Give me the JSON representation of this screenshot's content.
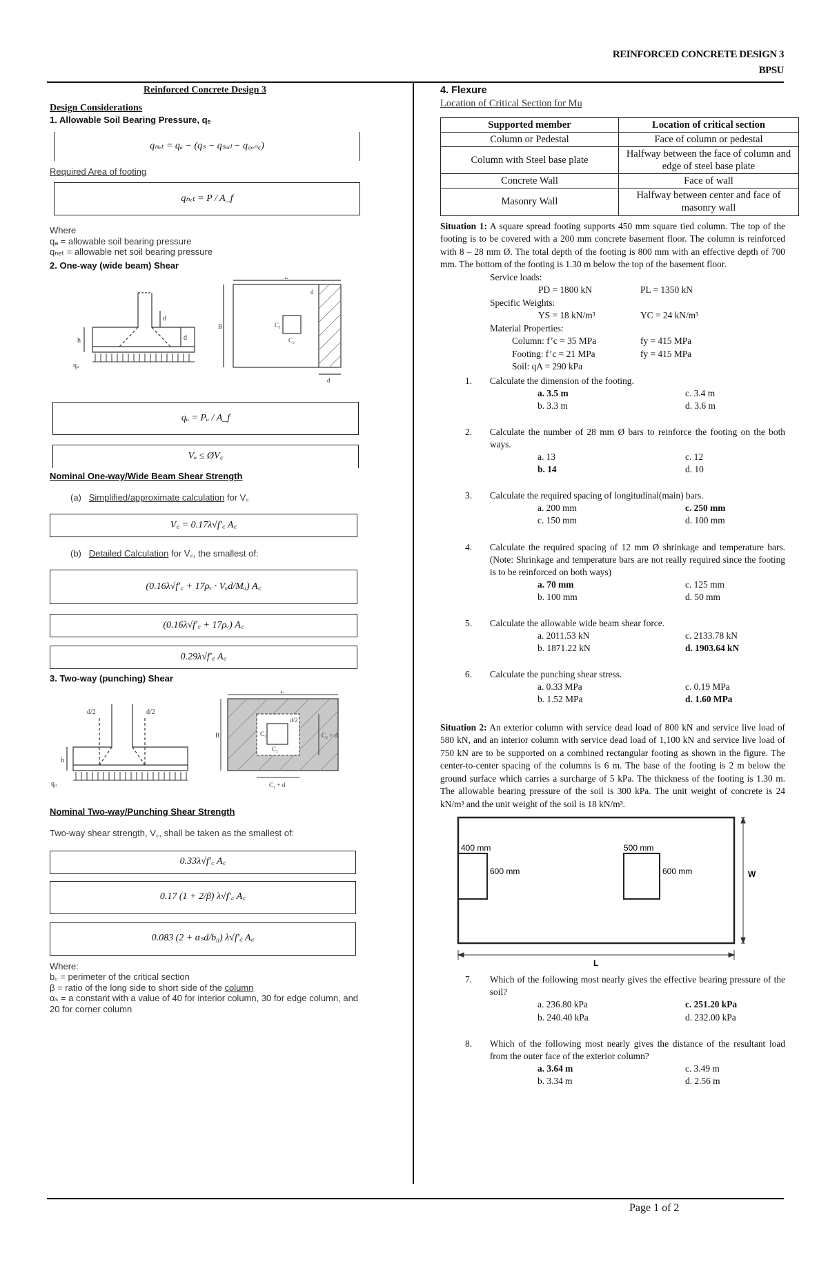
{
  "header": {
    "line1": "REINFORCED CONCRETE DESIGN 3",
    "line2": "BPSU"
  },
  "footer": {
    "page": "Page 1 of 2"
  },
  "left": {
    "title": "Reinforced Concrete Design 3",
    "design_considerations": "Design Considerations",
    "s1": "1.     Allowable Soil Bearing Pressure, qₑ",
    "eq1": "qₙₑₜ = qₐ − (qₛ − qₛₒᵢₗ − q꜀ₒₙ꜀)",
    "req_area": "Required Area of footing",
    "eq2": "qₙₑₜ = P / A_f",
    "where": "Where",
    "w1": "qₐ = allowable soil bearing pressure",
    "w2": "qₙₑₜ = allowable net soil bearing pressure",
    "s2": "2.     One-way (wide beam) Shear",
    "eq3": "qᵤ = Pᵤ / A_f",
    "eq4": "Vᵤ ≤ ØV꜀",
    "nominal1": "Nominal One-way/Wide Beam Shear Strength",
    "a_label": "(a)",
    "a_text": "Simplified/approximate calculation",
    "a_tail": " for V꜀",
    "eq5": "V꜀ = 0.17λ√f′꜀ A꜀",
    "b_label": "(b)",
    "b_text": "Detailed Calculation",
    "b_tail": " for V꜀, the smallest of:",
    "eq6": "(0.16λ√f′꜀ + 17ρᵥ · Vᵤd/Mᵤ) A꜀",
    "eq7": "(0.16λ√f′꜀ + 17ρᵥ) A꜀",
    "eq8": "0.29λ√f′꜀ A꜀",
    "s3": "3.     Two-way (punching) Shear",
    "nominal2": "Nominal Two-way/Punching Shear Strength",
    "two_way_text": "Two-way shear strength, V꜀, shall be taken as the smallest of:",
    "eq9": "0.33λ√f′꜀ A꜀",
    "eq10": "0.17 (1 + 2/β) λ√f′꜀ A꜀",
    "eq11": "0.083 (2 + αₛd/b₀) λ√f′꜀ A꜀",
    "where2": "Where:",
    "w3": "b꜀ = perimeter of the critical section",
    "w4": "β = ratio of the long side to short side of the ",
    "w4u": "column",
    "w5": "αₛ = a constant with a value of 40 for interior column, 30 for edge column, and 20 for corner column",
    "fig1": {
      "L": "L",
      "B": "B",
      "d": "d",
      "c1": "C₁",
      "c2": "C₂",
      "h": "h",
      "qu": "qᵤ"
    },
    "fig2": {
      "d2a": "d/2",
      "d2b": "d/2",
      "L": "L",
      "B": "B",
      "c1": "C₁",
      "c2": "C₂",
      "c2d": "C₂ + d",
      "c1d": "C₁ + d",
      "h": "h",
      "qu": "qᵤ",
      "d2c": "d/2"
    }
  },
  "right": {
    "flexure": "4.     Flexure",
    "crit": "Location of Critical Section for Mu",
    "table": {
      "headers": [
        "Supported member",
        "Location of critical section"
      ],
      "rows": [
        [
          "Column or Pedestal",
          "Face of column or pedestal"
        ],
        [
          "Column with Steel base plate",
          "Halfway between the face of column and edge of steel base plate"
        ],
        [
          "Concrete Wall",
          "Face of wall"
        ],
        [
          "Masonry Wall",
          "Halfway between center and face of masonry wall"
        ]
      ]
    },
    "sit1_label": "Situation 1:",
    "sit1_text": " A square spread footing supports 450 mm square tied column. The top of the footing is to be covered with a 200 mm concrete basement floor. The column is reinforced with 8 – 28 mm Ø. The total depth of the footing is 800 mm with an effective depth of 700 mm. The bottom of the footing is 1.30 m below the top of the basement floor.",
    "service": "Service loads:",
    "pd": "PD = 1800 kN",
    "pl": "PL = 1350 kN",
    "specific": "Specific Weights:",
    "ys": "YS = 18 kN/m³",
    "yc": "YC = 24 kN/m³",
    "material": "Material Properties:",
    "col_fc": "Column: f’c = 35 MPa",
    "col_fy": "fy = 415 MPa",
    "ftg_fc": "Footing: f’c = 21 MPa",
    "ftg_fy": "fy = 415 MPa",
    "soil": "Soil:  qA = 290 kPa",
    "questions": [
      {
        "n": "1.",
        "t": "Calculate the dimension of the footing.",
        "a": "a. 3.5 m",
        "b": "b. 3.3 m",
        "c": "c. 3.4 m",
        "d": "d. 3.6 m",
        "ans": "a"
      },
      {
        "n": "2.",
        "t": "Calculate the number of 28 mm Ø bars to reinforce the footing on the both ways.",
        "a": "a. 13",
        "b": "b. 14",
        "c": "c. 12",
        "d": "d. 10",
        "ans": "b"
      },
      {
        "n": "3.",
        "t": "Calculate the required spacing of longitudinal(main) bars.",
        "a": "a. 200 mm",
        "b": "c. 150 mm",
        "c": "c. 250 mm",
        "d": "d. 100 mm",
        "ans": "c"
      },
      {
        "n": "4.",
        "t": "Calculate the required spacing of 12 mm Ø shrinkage and temperature bars. (Note: Shrinkage and temperature bars are not really required since the footing is to be reinforced on both ways)",
        "a": "a. 70 mm",
        "b": "b. 100 mm",
        "c": "c. 125 mm",
        "d": "d. 50 mm",
        "ans": "a"
      },
      {
        "n": "5.",
        "t": "Calculate the allowable wide beam shear force.",
        "a": "a. 2011.53 kN",
        "b": "b. 1871.22 kN",
        "c": "c. 2133.78 kN",
        "d": "d. 1903.64 kN",
        "ans": "d"
      },
      {
        "n": "6.",
        "t": "Calculate the punching shear stress.",
        "a": "a. 0.33 MPa",
        "b": "b. 1.52 MPa",
        "c": "c. 0.19 MPa",
        "d": "d. 1.60 MPa",
        "ans": "d"
      }
    ],
    "sit2_label": "Situation 2:",
    "sit2_text": " An exterior column with service dead load of 800 kN and service live load of 580 kN, and an interior column with service dead load of 1,100 kN and service live load of 750 kN are to be supported on a combined rectangular footing as shown in the figure. The center-to-center spacing of the columns is 6 m. The base of the footing is 2 m below the ground surface which carries a surcharge of 5 kPa. The thickness of the footing is 1.30 m. The allowable bearing pressure of the soil is 300 kPa. The unit weight of concrete is 24 kN/m³ and the unit weight of the soil is 18 kN/m³.",
    "fig3": {
      "c1w": "400 mm",
      "c1h": "600 mm",
      "c2w": "500 mm",
      "c2h": "600 mm",
      "W": "W",
      "L": "L"
    },
    "questions2": [
      {
        "n": "7.",
        "t": "Which of the following most nearly gives the effective bearing pressure of the soil?",
        "a": "a. 236.80 kPa",
        "b": "b. 240.40 kPa",
        "c": "c. 251.20 kPa",
        "d": "d. 232.00 kPa",
        "ans": "c"
      },
      {
        "n": "8.",
        "t": "Which of the following most nearly gives the distance of the resultant load from the outer face of the exterior column?",
        "a": "a. 3.64 m",
        "b": "b. 3.34 m",
        "c": "c. 3.49 m",
        "d": "d. 2.56 m",
        "ans": "a"
      }
    ]
  }
}
